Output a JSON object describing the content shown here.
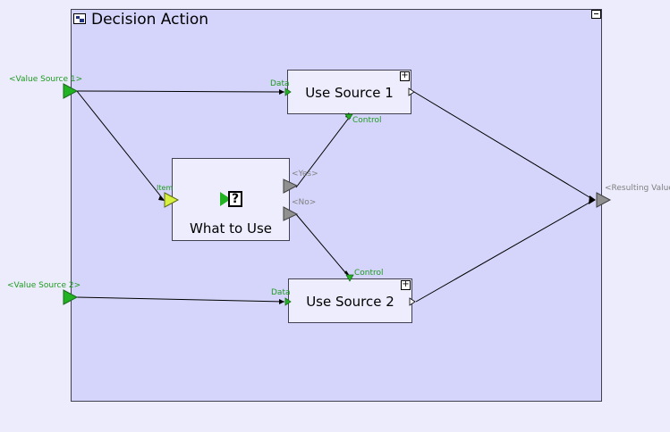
{
  "container": {
    "title": "Decision Action"
  },
  "inputs": {
    "source1": "<Value Source 1>",
    "source2": "<Value Source 2>"
  },
  "output": {
    "label": "<Resulting Value>"
  },
  "nodes": {
    "use1": {
      "label": "Use Source 1",
      "data_port": "Data",
      "control_port": "Control"
    },
    "use2": {
      "label": "Use Source 2",
      "data_port": "Data",
      "control_port": "Control"
    },
    "decide": {
      "label": "What to Use",
      "item_port": "Item",
      "yes_port": "<Yes>",
      "no_port": "<No>"
    }
  },
  "expand_symbol": "+",
  "colors": {
    "port_green": "#22b322",
    "label_green": "#1f9a1f",
    "port_gray": "#909090",
    "item_yellow": "#d8f040"
  }
}
